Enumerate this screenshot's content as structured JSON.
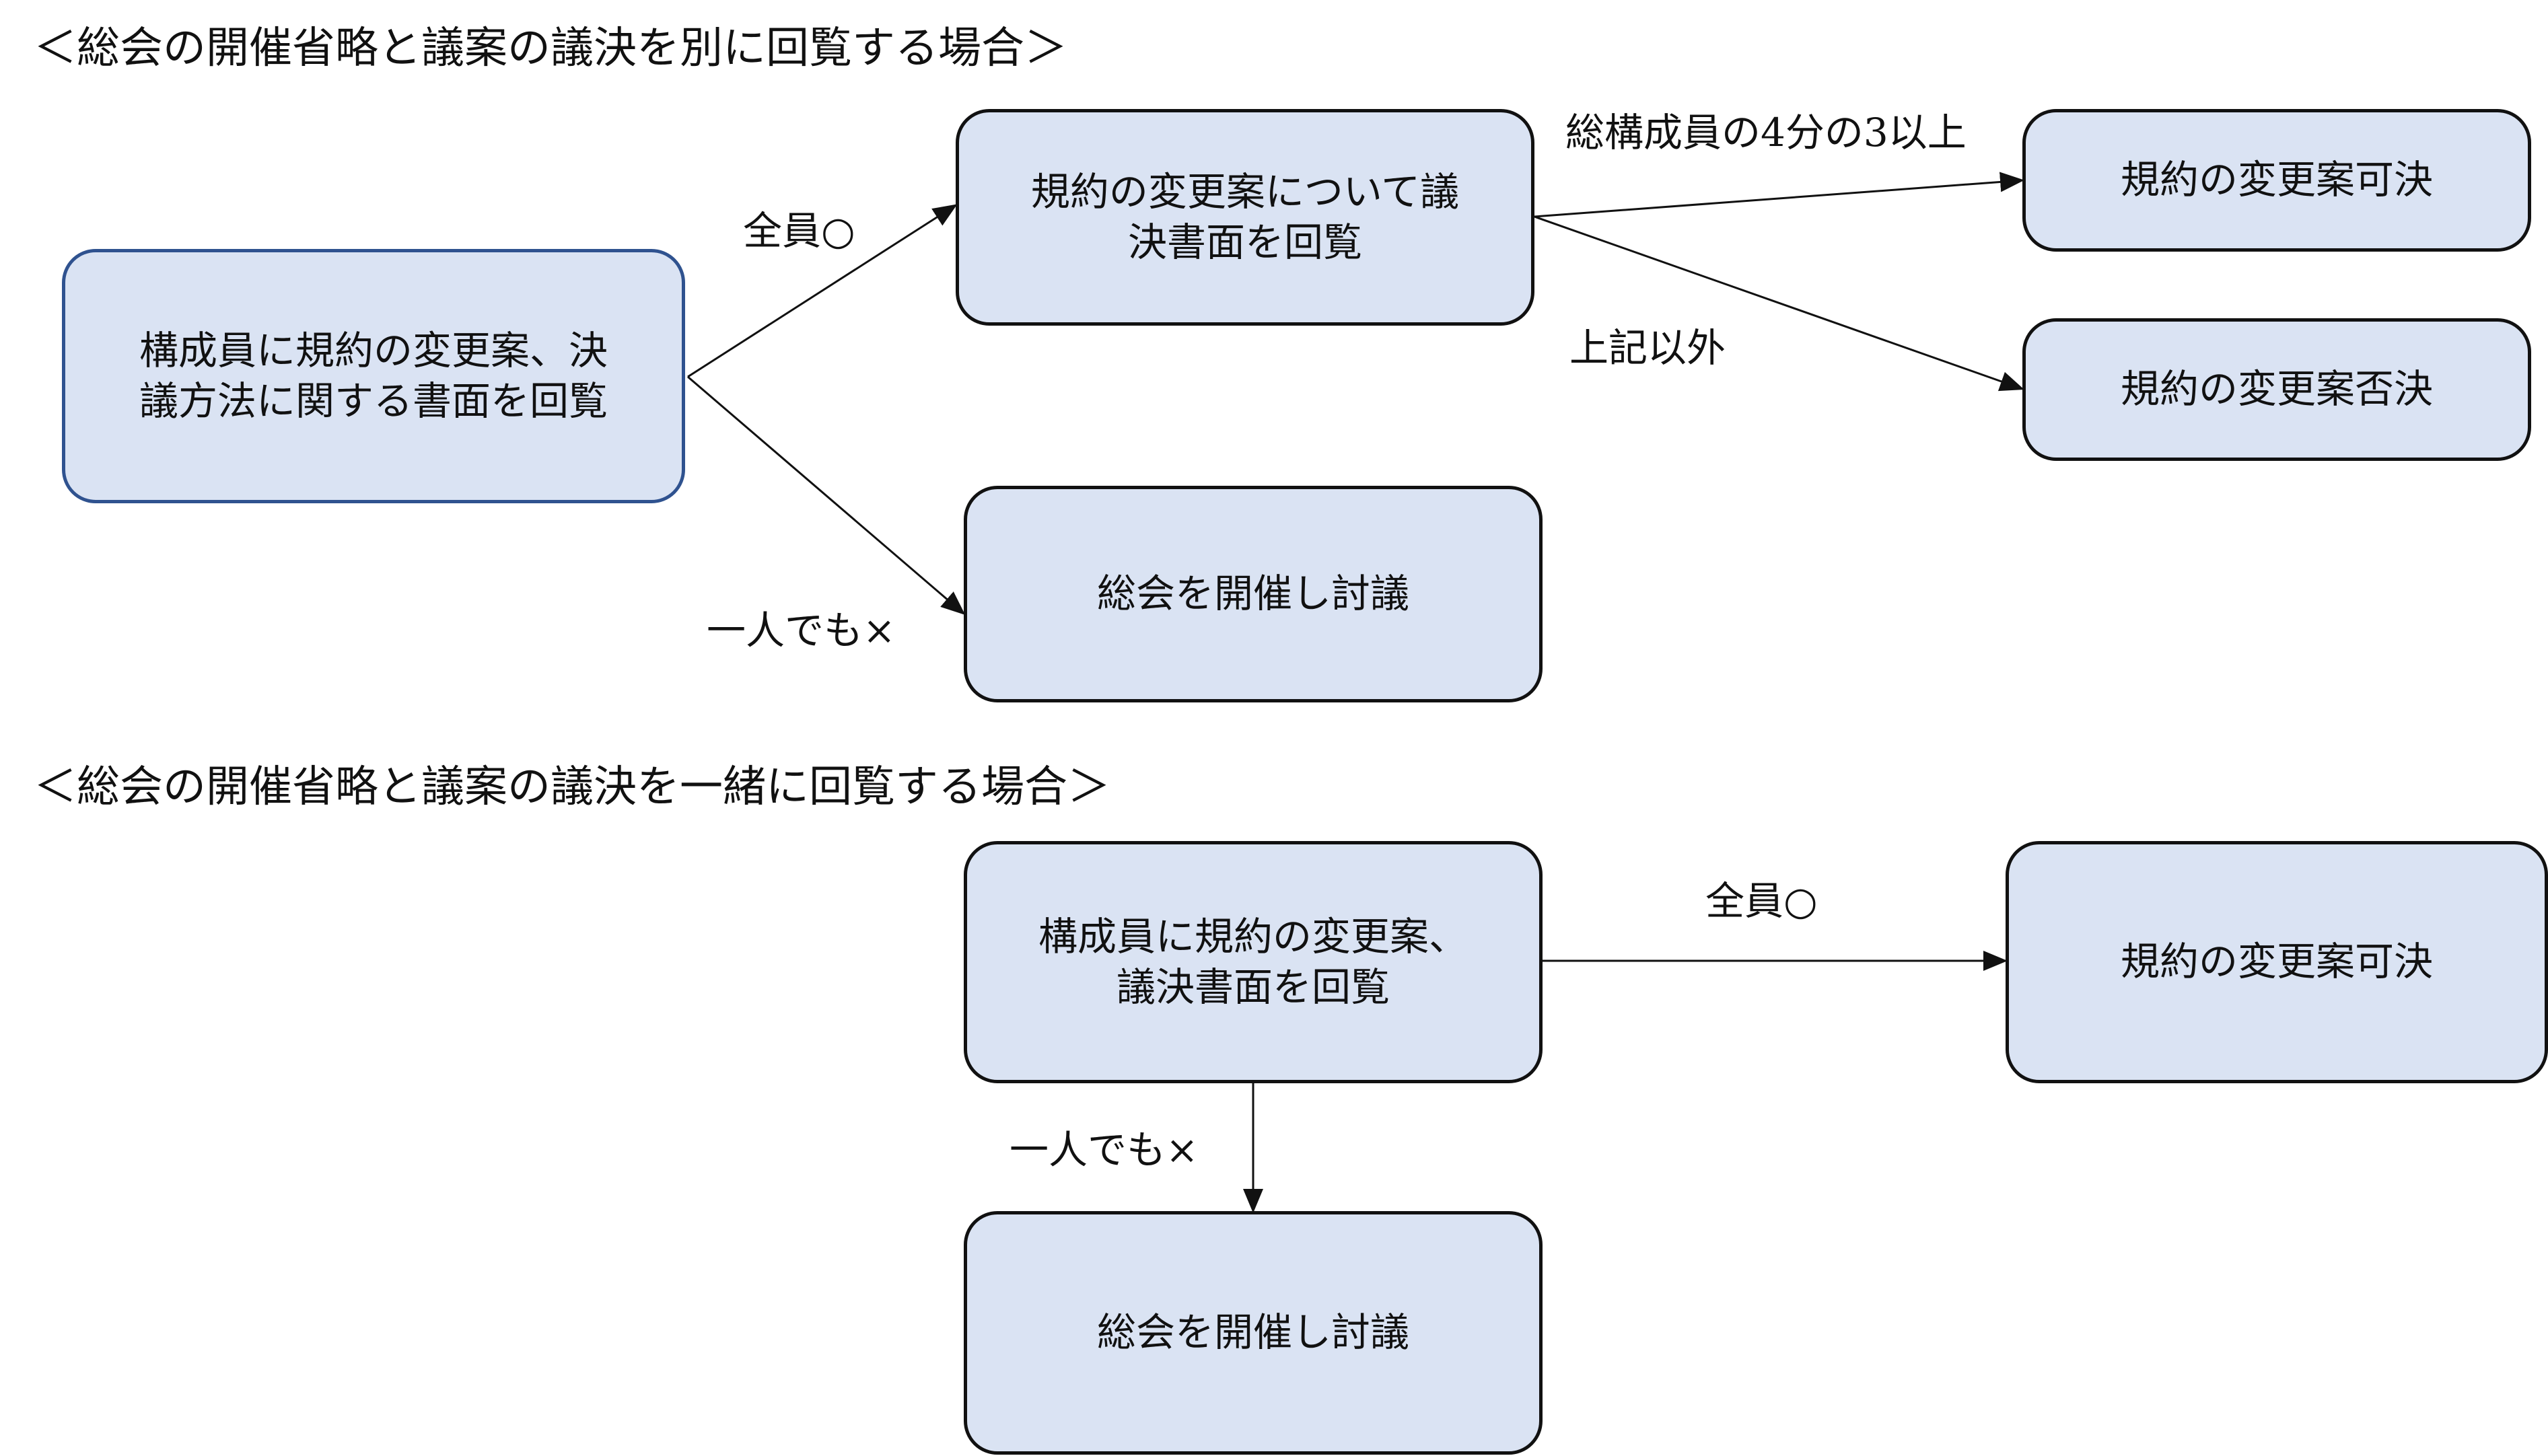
{
  "section1": {
    "heading": "＜総会の開催省略と議案の議決を別に回覧する場合＞",
    "boxes": {
      "start": "構成員に規約の変更案、決\n議方法に関する書面を回覧",
      "circulate": "規約の変更案について議\n決書面を回覧",
      "approved": "規約の変更案可決",
      "rejected": "規約の変更案否決",
      "meeting": "総会を開催し討議"
    },
    "labels": {
      "all_yes": "全員○",
      "any_no": "一人でも×",
      "three_quarters": "総構成員の4分の3以上",
      "otherwise": "上記以外"
    }
  },
  "section2": {
    "heading": "＜総会の開催省略と議案の議決を一緒に回覧する場合＞",
    "boxes": {
      "start": "構成員に規約の変更案、\n議決書面を回覧",
      "approved": "規約の変更案可決",
      "meeting": "総会を開催し討議"
    },
    "labels": {
      "all_yes": "全員○",
      "any_no": "一人でも×"
    }
  }
}
